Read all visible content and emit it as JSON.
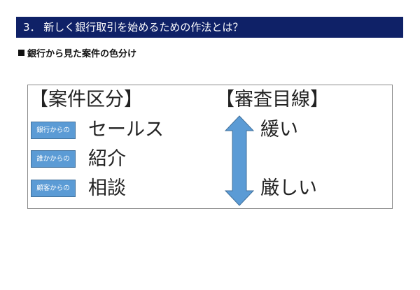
{
  "header": {
    "title": "3． 新しく銀行取引を始めるための作法とは？"
  },
  "subtitle": "銀行から見た案件の色分け",
  "panel": {
    "left_heading": "【案件区分】",
    "right_heading": "【審査目線】",
    "rows": [
      {
        "badge": "銀行からの",
        "category": "セールス"
      },
      {
        "badge": "誰かからの",
        "category": "紹介"
      },
      {
        "badge": "顧客からの",
        "category": "相談"
      }
    ],
    "levels": {
      "top": "緩い",
      "bottom": "厳しい"
    }
  },
  "colors": {
    "header_bg": "#0f2167",
    "badge_bg": "#5b9bd5",
    "arrow_fill": "#5b9bd5",
    "arrow_stroke": "#41719c"
  },
  "icons": {
    "subtitle_bullet": "black-square",
    "double_arrow": "up-down-arrow"
  }
}
